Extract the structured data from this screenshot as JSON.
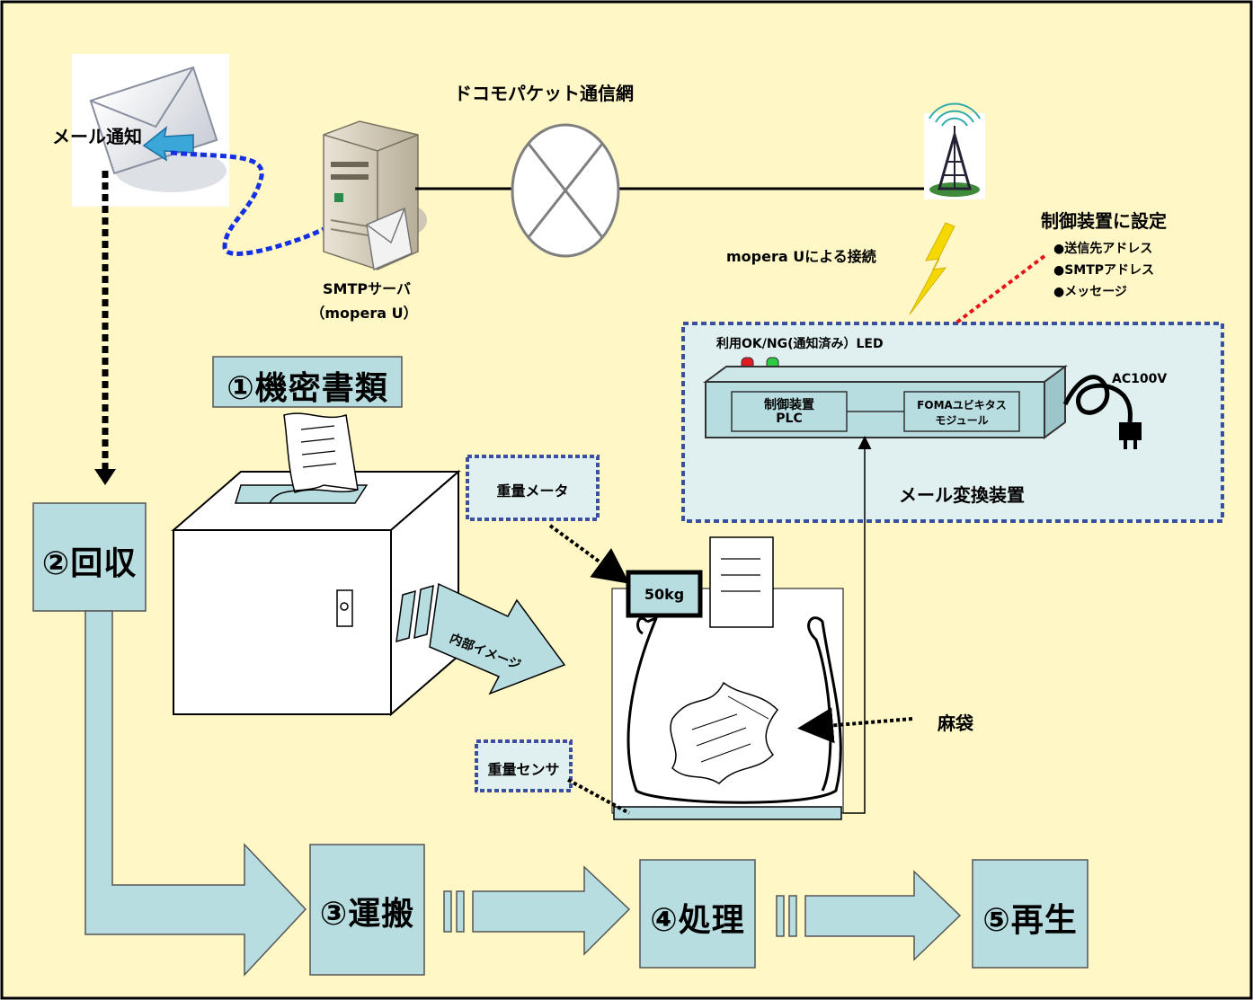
{
  "labels": {
    "mail_notice": "メール通知",
    "docomo_network": "ドコモパケット通信網",
    "smtp_server_line1": "SMTPサーバ",
    "smtp_server_line2": "（mopera U）",
    "mopera_connection": "mopera Uによる接続",
    "controller_setting_title": "制御装置に設定",
    "setting_items": [
      "●送信先アドレス",
      "●SMTPアドレス",
      "●メッセージ"
    ],
    "led_label": "利用OK/NG(通知済み）LED",
    "controller_line1": "制御装置",
    "controller_line2": "PLC",
    "foma_line1": "FOMAユビキタス",
    "foma_line2": "モジュール",
    "ac100v": "AC100V",
    "mail_converter": "メール変換装置",
    "step1": "①機密書類",
    "step2": "②回収",
    "step3": "③運搬",
    "step4": "④処理",
    "step5": "⑤再生",
    "weight_meter": "重量メータ",
    "weight_sensor": "重量センサ",
    "weight_display": "50kg",
    "internal_image": "内部イメージ",
    "jute_bag": "麻袋"
  },
  "colors": {
    "background": "#FFF8C6",
    "box_fill": "#B7DDE0",
    "dashed_border": "#3A4FA0",
    "network_line": "#000000",
    "email_dotted": "#1530E0",
    "setting_dotted": "#E8121A",
    "lightning": "#F5D800",
    "led_red": "#E21A22",
    "led_green": "#2ECC40"
  },
  "icons": [
    "envelope-icon",
    "server-icon",
    "antenna-tower-icon",
    "power-plug-icon",
    "document-icon"
  ]
}
